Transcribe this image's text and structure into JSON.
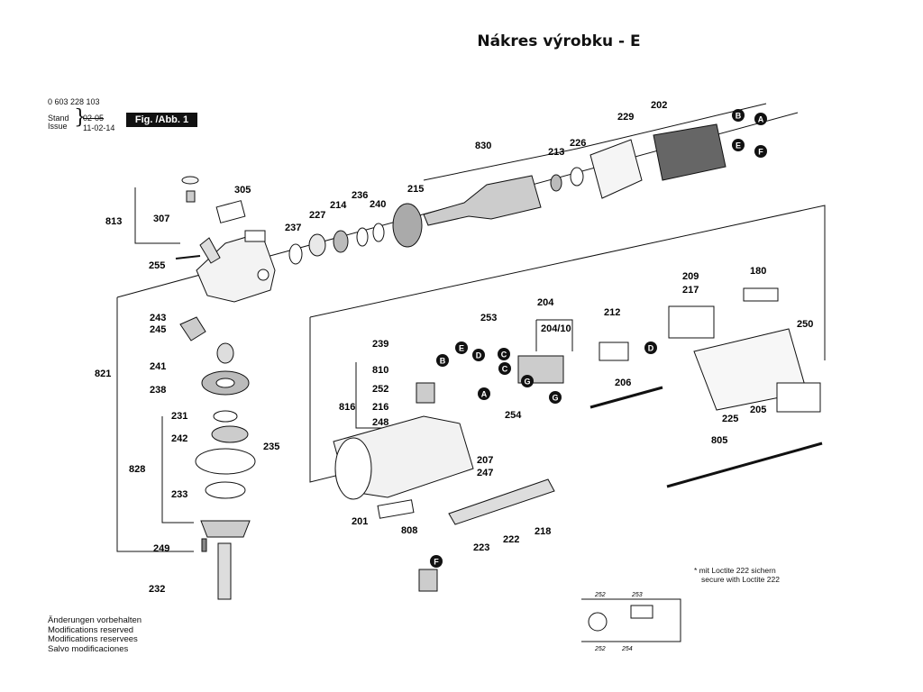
{
  "header": {
    "title": "Nákres výrobku - E"
  },
  "doc_info": {
    "part_number": "0 603 228 103",
    "stand_label": "Stand",
    "issue_label": "Issue",
    "date_old": "02-05",
    "date_new": "11-02-14",
    "fig_label": "Fig. /Abb. 1"
  },
  "footer": {
    "modifications": [
      "Änderungen vorbehalten",
      "Modifications reserved",
      "Modifications reservees",
      "Salvo modificaciones"
    ],
    "loctite_note": [
      "* mit Loctite 222 sichern",
      "secure with Loctite 222"
    ]
  },
  "diagram": {
    "part_labels": [
      "813",
      "305",
      "307",
      "255",
      "243",
      "245",
      "241",
      "238",
      "231",
      "242",
      "235",
      "233",
      "828",
      "249",
      "232",
      "821",
      "237",
      "227",
      "214",
      "236",
      "240",
      "215",
      "830",
      "213",
      "226",
      "229",
      "202",
      "239",
      "810",
      "252",
      "216",
      "816",
      "248",
      "253",
      "204",
      "204/10",
      "212",
      "206",
      "254",
      "201",
      "808",
      "207",
      "247",
      "222",
      "218",
      "223",
      "209",
      "217",
      "180",
      "250",
      "225",
      "205",
      "805"
    ],
    "connector_letters": [
      "A",
      "B",
      "C",
      "D",
      "E",
      "F",
      "G"
    ],
    "schematic_labels": [
      "252",
      "253",
      "252",
      "254"
    ]
  }
}
